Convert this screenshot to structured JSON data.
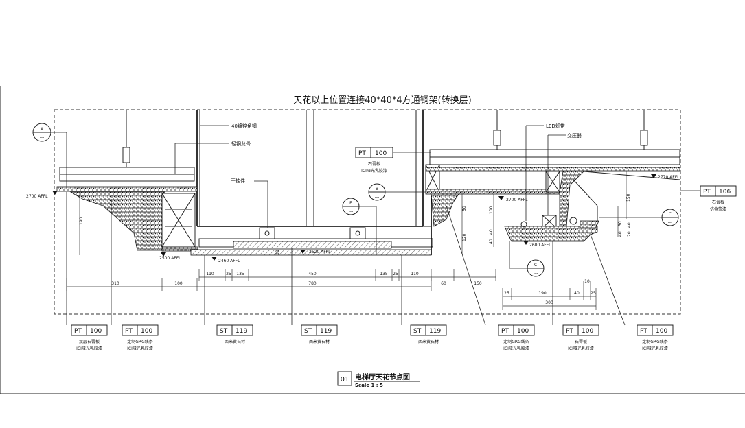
{
  "title": "天花以上位置连接40*40*4方通钢架(转换层)",
  "drawing_title": {
    "number": "01",
    "name": "电梯厅天花节点图",
    "scale": "Scale 1 : 5"
  },
  "callouts": [
    {
      "id": "steel_angle",
      "text": "40镀锌角钢"
    },
    {
      "id": "light_keel",
      "text": "轻钢龙骨"
    },
    {
      "id": "hanger",
      "text": "干挂件"
    },
    {
      "id": "led_strip",
      "text": "LED灯带"
    },
    {
      "id": "transformer",
      "text": "变压器"
    }
  ],
  "material_tags": [
    {
      "code": "PT",
      "num": "100",
      "line1": "双层石膏板",
      "line2": "ICI哑光乳胶漆"
    },
    {
      "code": "PT",
      "num": "100",
      "line1": "定制GRG线条",
      "line2": "ICI哑光乳胶漆"
    },
    {
      "code": "ST",
      "num": "119",
      "line1": "西米黄石材",
      "line2": ""
    },
    {
      "code": "ST",
      "num": "119",
      "line1": "西米黄石材",
      "line2": ""
    },
    {
      "code": "ST",
      "num": "119",
      "line1": "西米黄石材",
      "line2": ""
    },
    {
      "code": "PT",
      "num": "100",
      "line1": "定制GRG线条",
      "line2": "ICI哑光乳胶漆"
    },
    {
      "code": "PT",
      "num": "100",
      "line1": "石膏板",
      "line2": "ICI哑光乳胶漆"
    },
    {
      "code": "PT",
      "num": "100",
      "line1": "定制GRG线条",
      "line2": "ICI哑光乳胶漆"
    }
  ],
  "upper_tags": [
    {
      "code": "PT",
      "num": "100",
      "line1": "石膏板",
      "line2": "ICI哑光乳胶漆"
    },
    {
      "code": "PT",
      "num": "106",
      "line1": "石膏板",
      "line2": "仿金箔漆"
    }
  ],
  "section_marks": [
    {
      "letter": "A",
      "sub": "---"
    },
    {
      "letter": "B",
      "sub": "---"
    },
    {
      "letter": "E",
      "sub": "---"
    },
    {
      "letter": "C",
      "sub": "---"
    },
    {
      "letter": "C",
      "sub": "---"
    }
  ],
  "levels": [
    "2700 AFFL",
    "2500 AFFL",
    "2460 AFFL",
    "2520 AFFL",
    "2700 AFFL",
    "2770 AFFL",
    "2600 AFFL"
  ],
  "dims_row1": [
    "110",
    "25",
    "135",
    "450",
    "135",
    "25",
    "110",
    "60",
    "150"
  ],
  "dims_row2": [
    "310",
    "100",
    "780"
  ],
  "dims_right": [
    "25",
    "190",
    "40",
    "25",
    "300",
    "10"
  ],
  "dims_vertical": [
    "190",
    "50",
    "120",
    "100",
    "40",
    "40",
    "30",
    "40",
    "30",
    "20",
    "40",
    "150"
  ]
}
